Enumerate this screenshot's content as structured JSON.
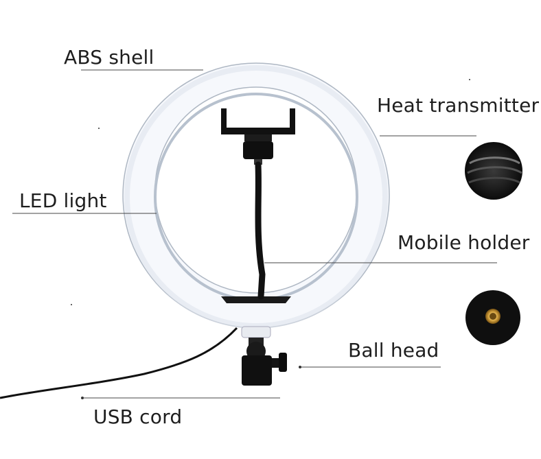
{
  "labels": {
    "abs_shell": "ABS shell",
    "heat_transmitter": "Heat transmitter",
    "led_light": "LED light",
    "mobile_holder": "Mobile holder",
    "ball_head": "Ball head",
    "usb_cord": "USB cord"
  },
  "colors": {
    "ring_outer": "#f4f6fb",
    "ring_inner": "#c9d3df",
    "metal_dark": "#111111",
    "leader_line": "#444444",
    "brass_mount": "#c89a3e"
  }
}
